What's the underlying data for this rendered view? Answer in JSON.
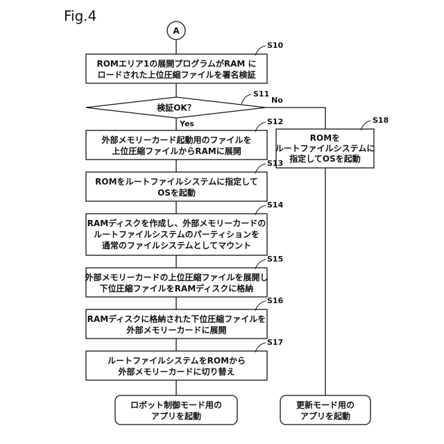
{
  "figure_title": "Fig.4",
  "connector": "A",
  "nodes": {
    "s10": {
      "step": "S10",
      "lines": [
        "ROMエリア1の展開プログラムがRAM に",
        "ロードされた上位圧縮ファイルを署名検証"
      ]
    },
    "s11": {
      "step": "S11",
      "lines": [
        "検証OK？"
      ]
    },
    "s12": {
      "step": "S12",
      "lines": [
        "外部メモリーカード起動用のファイルを",
        "上位圧縮ファイルからRAMに展開"
      ]
    },
    "s13": {
      "step": "S13",
      "lines": [
        "ROMをルートファイルシステムに指定して",
        "OSを起動"
      ]
    },
    "s14": {
      "step": "S14",
      "lines": [
        "RAMディスクを作成し、外部メモリーカードの",
        "ルートファイルシステムのパーティションを",
        "通常のファイルシステムとしてマウント"
      ]
    },
    "s15": {
      "step": "S15",
      "lines": [
        "外部メモリーカードの上位圧縮ファイルを展開し",
        "下位圧縮ファイルをRAMディスクに格納"
      ]
    },
    "s16": {
      "step": "S16",
      "lines": [
        "RAMディスクに格納された下位圧縮ファイルを",
        "外部メモリーカードに展開"
      ]
    },
    "s17": {
      "step": "S17",
      "lines": [
        "ルートファイルシステムをROMから",
        "外部メモリーカードに切り替え"
      ]
    },
    "s18": {
      "step": "S18",
      "lines": [
        "ROMを",
        "ルートファイルシステムに",
        "指定してOSを起動"
      ]
    },
    "end_left": {
      "lines": [
        "ロボット制御モード用の",
        "アプリを起動"
      ]
    },
    "end_right": {
      "lines": [
        "更新モード用の",
        "アプリを起動"
      ]
    }
  },
  "edges": {
    "yes": "Yes",
    "no": "No"
  }
}
